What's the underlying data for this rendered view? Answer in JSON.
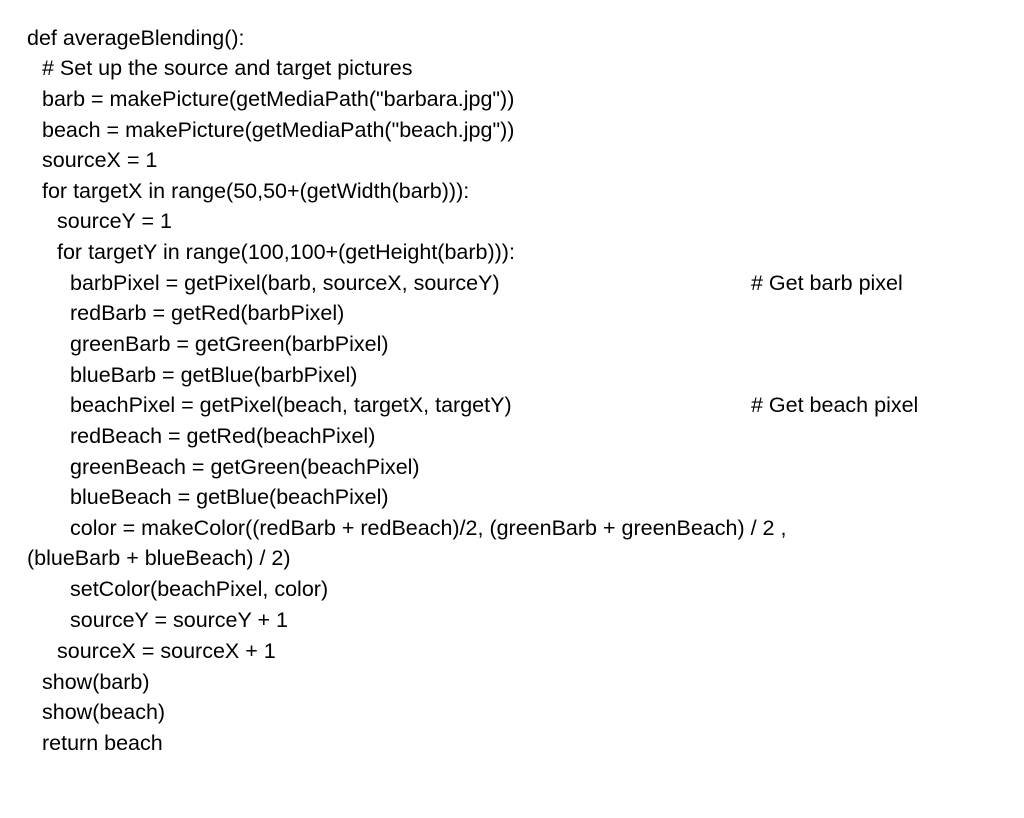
{
  "slide": {
    "lines": [
      {
        "code": "def averageBlending():"
      },
      {
        "code": "# Set up the source and target pictures"
      },
      {
        "code": "barb = makePicture(getMediaPath(\"barbara.jpg\"))"
      },
      {
        "code": "beach = makePicture(getMediaPath(\"beach.jpg\"))"
      },
      {
        "code": "sourceX = 1"
      },
      {
        "code": "for targetX in range(50,50+(getWidth(barb))):"
      },
      {
        "code": "sourceY = 1"
      },
      {
        "code": "for targetY in range(100,100+(getHeight(barb))):"
      },
      {
        "code": "barbPixel = getPixel(barb, sourceX, sourceY)",
        "comment": "# Get barb pixel"
      },
      {
        "code": "redBarb = getRed(barbPixel)"
      },
      {
        "code": "greenBarb = getGreen(barbPixel)"
      },
      {
        "code": "blueBarb = getBlue(barbPixel)"
      },
      {
        "code": "beachPixel = getPixel(beach, targetX, targetY)",
        "comment": "# Get beach pixel"
      },
      {
        "code": "redBeach = getRed(beachPixel)"
      },
      {
        "code": "greenBeach = getGreen(beachPixel)"
      },
      {
        "code": "blueBeach = getBlue(beachPixel)"
      },
      {
        "code": "color = makeColor((redBarb + redBeach)/2, (greenBarb + greenBeach) / 2 ,"
      },
      {
        "code": "(blueBarb + blueBeach) / 2)"
      },
      {
        "code": "setColor(beachPixel, color)"
      },
      {
        "code": "sourceY = sourceY + 1"
      },
      {
        "code": "sourceX = sourceX + 1"
      },
      {
        "code": "show(barb)"
      },
      {
        "code": "show(beach)"
      },
      {
        "code": "return beach"
      }
    ]
  }
}
